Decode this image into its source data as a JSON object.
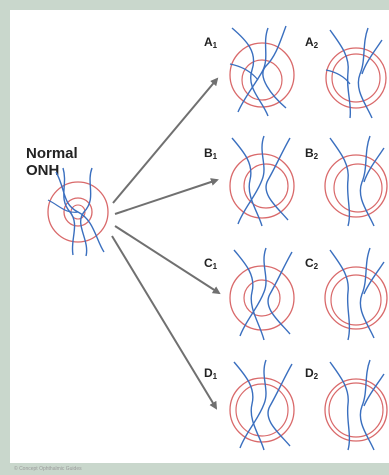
{
  "colors": {
    "vessel": "#3a6fbf",
    "ring": "#d9696a",
    "arrow": "#707070",
    "background_frame": "#c9d7cc",
    "text": "#222222"
  },
  "normal_label": {
    "line1": "Normal",
    "line2": "ONH"
  },
  "panels": [
    {
      "letter": "A",
      "sub1": "1",
      "sub2": "2"
    },
    {
      "letter": "B",
      "sub1": "1",
      "sub2": "2"
    },
    {
      "letter": "C",
      "sub1": "1",
      "sub2": "2"
    },
    {
      "letter": "D",
      "sub1": "1",
      "sub2": "2"
    }
  ],
  "copyright": "© Concept Ophthalmic Guides"
}
